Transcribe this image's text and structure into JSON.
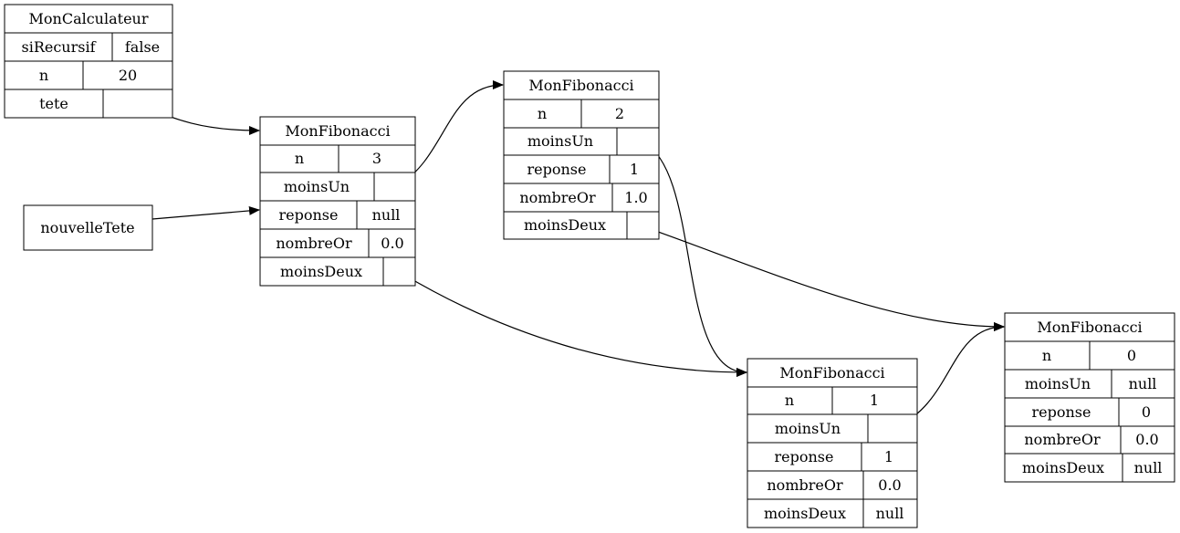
{
  "calculator": {
    "title": "MonCalculateur",
    "fields": [
      {
        "name": "siRecursif",
        "value": "false"
      },
      {
        "name": "n",
        "value": "20"
      },
      {
        "name": "tete",
        "value": ""
      }
    ]
  },
  "nouvelle_tete": {
    "label": "nouvelleTete"
  },
  "fib3": {
    "title": "MonFibonacci",
    "fields": [
      {
        "name": "n",
        "value": "3"
      },
      {
        "name": "moinsUn",
        "value": ""
      },
      {
        "name": "reponse",
        "value": "null"
      },
      {
        "name": "nombreOr",
        "value": "0.0"
      },
      {
        "name": "moinsDeux",
        "value": ""
      }
    ]
  },
  "fib2": {
    "title": "MonFibonacci",
    "fields": [
      {
        "name": "n",
        "value": "2"
      },
      {
        "name": "moinsUn",
        "value": ""
      },
      {
        "name": "reponse",
        "value": "1"
      },
      {
        "name": "nombreOr",
        "value": "1.0"
      },
      {
        "name": "moinsDeux",
        "value": ""
      }
    ]
  },
  "fib1": {
    "title": "MonFibonacci",
    "fields": [
      {
        "name": "n",
        "value": "1"
      },
      {
        "name": "moinsUn",
        "value": ""
      },
      {
        "name": "reponse",
        "value": "1"
      },
      {
        "name": "nombreOr",
        "value": "0.0"
      },
      {
        "name": "moinsDeux",
        "value": "null"
      }
    ]
  },
  "fib0": {
    "title": "MonFibonacci",
    "fields": [
      {
        "name": "n",
        "value": "0"
      },
      {
        "name": "moinsUn",
        "value": "null"
      },
      {
        "name": "reponse",
        "value": "0"
      },
      {
        "name": "nombreOr",
        "value": "0.0"
      },
      {
        "name": "moinsDeux",
        "value": "null"
      }
    ]
  }
}
